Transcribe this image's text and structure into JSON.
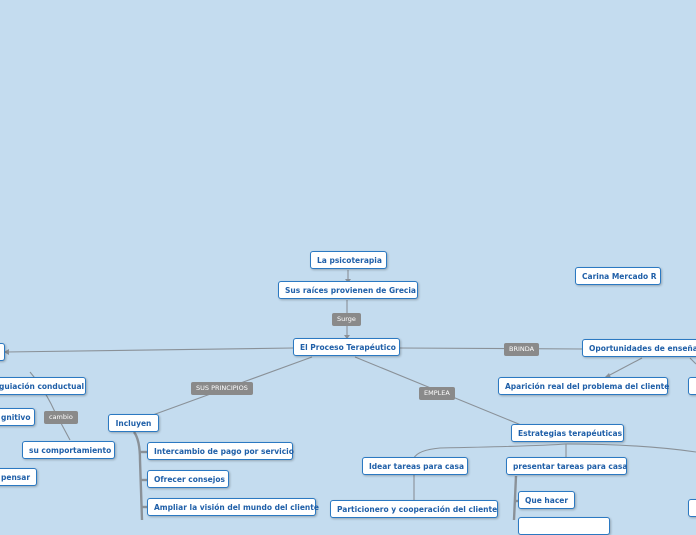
{
  "colors": {
    "background": "#c4dcef",
    "node_border": "#2b79c2",
    "node_text": "#1f5fa8",
    "link": "#8a9198",
    "tag": "#8a8a8a"
  },
  "nodes": {
    "psicoterapia": "La psicoterapia",
    "raices": "Sus raíces provienen  de Grecia",
    "proceso": "El Proceso Terapéutico",
    "carina": "Carina Mercado R",
    "oportunidades": "Oportunidades de enseñanza",
    "aparicion": "Aparición real del problema del cliente",
    "regulacion": "guiación conductual",
    "cognitivo": "gnitivo",
    "comportamiento": "su comportamiento",
    "pensar": "pensar",
    "incluyen": "Incluyen",
    "intercambio": "Intercambio de pago por servicio",
    "consejos": "Ofrecer consejos",
    "ampliar": "Ampliar la visión del mundo del cliente",
    "estrategias": "Estrategias terapéuticas",
    "idear": "Idear tareas para casa",
    "presentar": "presentar tareas para casa",
    "queHacer": "Que hacer",
    "particionero": "Particionero y  cooperación del cliente"
  },
  "tags": {
    "surge": "Surge",
    "brinda": "BRINDA",
    "principios": "SUS PRINCIPIOS",
    "emplea": "EMPLEA",
    "cambio": "cambio"
  }
}
